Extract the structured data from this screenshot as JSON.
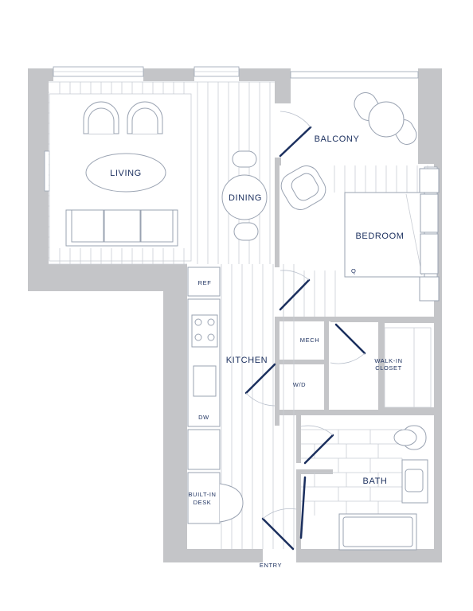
{
  "rooms": {
    "living": "LIVING",
    "dining": "DINING",
    "balcony": "BALCONY",
    "bedroom": "BEDROOM",
    "kitchen": "KITCHEN",
    "bath": "BATH",
    "entry": "ENTRY"
  },
  "fixtures": {
    "ref": "REF",
    "mech": "MECH",
    "wd": "W/D",
    "dw": "DW",
    "walkin_1": "WALK-IN",
    "walkin_2": "CLOSET",
    "desk_1": "BUILT-IN",
    "desk_2": "DESK",
    "bed_q": "Q"
  },
  "colors": {
    "label": "#1b2f5e",
    "wall": "#c4c5c8",
    "door": "#1b2f5e"
  }
}
